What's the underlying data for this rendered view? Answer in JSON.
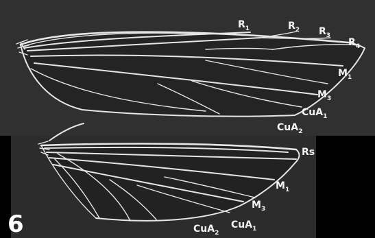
{
  "figure": {
    "plate_number": "6",
    "colors": {
      "background": "#000000",
      "panel": "#303030",
      "vein": "#e6e6e6",
      "label": "#f2f2f2"
    },
    "forewing": {
      "labels": [
        {
          "main": "R",
          "sub": "1"
        },
        {
          "main": "R",
          "sub": "2"
        },
        {
          "main": "R",
          "sub": "3"
        },
        {
          "main": "R",
          "sub": "4"
        },
        {
          "main": "M",
          "sub": "1"
        },
        {
          "main": "M",
          "sub": "3"
        },
        {
          "main": "CuA",
          "sub": "1"
        },
        {
          "main": "CuA",
          "sub": "2"
        }
      ]
    },
    "hindwing": {
      "labels": [
        {
          "main": "Rs",
          "sub": ""
        },
        {
          "main": "M",
          "sub": "1"
        },
        {
          "main": "M",
          "sub": "3"
        },
        {
          "main": "CuA",
          "sub": "1"
        },
        {
          "main": "CuA",
          "sub": "2"
        }
      ]
    }
  }
}
